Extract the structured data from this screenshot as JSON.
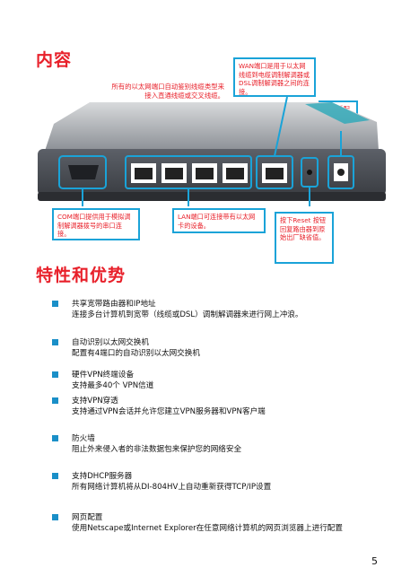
{
  "headings": {
    "contents": "内容",
    "features": "特性和优势"
  },
  "callouts": {
    "auto_detect": "所有的以太网端口自动鉴别线缆类型来接入直通线缆或交叉线缆。",
    "wan": "WAN端口是用于以太网线缆到电缆调制解调器或DSL调制解调器之间的连接。",
    "power": "电源适配器接口",
    "com": "COM端口提供用于模拟调制解调器拨号的串口连接。",
    "lan": "LAN端口可连接带有以太网卡的设备。",
    "reset": "按下Reset 按钮回复路由器到原始出厂缺省值。"
  },
  "features": [
    {
      "title": "共享宽带路由器和IP地址",
      "desc": "连接多台计算机到宽带（线缆或DSL）调制解调器来进行网上冲浪。"
    },
    {
      "title": "自动识别以太网交换机",
      "desc": "配置有4端口的自动识别以太网交换机"
    },
    {
      "title": "硬件VPN终端设备",
      "desc": "支持最多40个 VPN信道"
    },
    {
      "title": "支持VPN穿透",
      "desc": "支持通过VPN会话并允许您建立VPN服务器和VPN客户端"
    },
    {
      "title": "防火墙",
      "desc": "阻止外来侵入者的非法数据包来保护您的网络安全"
    },
    {
      "title": "支持DHCP服务器",
      "desc": "所有网络计算机将从DI-804HV上自动重新获得TCP/IP设置"
    },
    {
      "title": "网页配置",
      "desc": "使用Netscape或Internet Explorer在任意网络计算机的网页浏览器上进行配置"
    }
  ],
  "page_number": "5",
  "colors": {
    "heading": "#e8202a",
    "callout_border": "#1aa3d8",
    "bullet": "#1a8fc8"
  }
}
